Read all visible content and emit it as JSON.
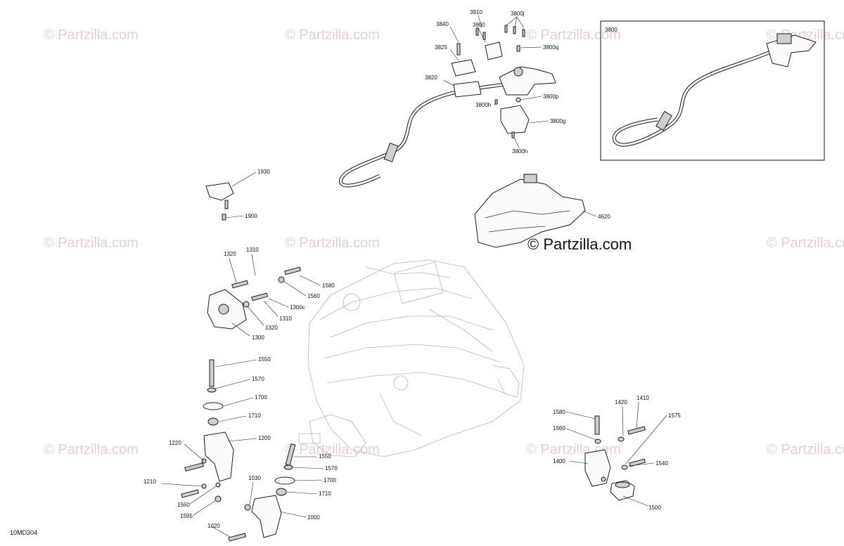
{
  "diagram_code": "10MD304",
  "watermark": "© Partzilla.com",
  "main_logo": "© Partzilla.com",
  "inset": {
    "label": "3800"
  },
  "labels": {
    "p3840": "3840",
    "p3910": "3910",
    "p3900": "3900",
    "p3800j": "3800j",
    "p3800q": "3800q",
    "p3825": "3825",
    "p3820": "3820",
    "p3800p": "3800p",
    "p3800h_a": "3800h",
    "p3800g": "3800g",
    "p3800h_b": "3800h",
    "p1930": "1930",
    "p1900": "1900",
    "p4620": "4620",
    "p1320_a": "1320",
    "p1310_a": "1310",
    "p1580_a": "1580",
    "p1560_a": "1560",
    "p1300c": "1300c",
    "p1310_b": "1310",
    "p1320_b": "1320",
    "p1300": "1300",
    "p1550_a": "1550",
    "p1570_a": "1570",
    "p1700_a": "1700",
    "p1710_a": "1710",
    "p1220": "1220",
    "p1200": "1200",
    "p1550_b": "1550",
    "p1570_b": "1570",
    "p1210": "1210",
    "p1030": "1030",
    "p1700_b": "1700",
    "p1560_b": "1560",
    "p1710_b": "1710",
    "p1595": "1595",
    "p1000": "1000",
    "p1020": "1020",
    "p1580_b": "1580",
    "p1420": "1420",
    "p1410": "1410",
    "p1575": "1575",
    "p1560_c": "1560",
    "p1400": "1400",
    "p1540": "1540",
    "p1500": "1500"
  }
}
